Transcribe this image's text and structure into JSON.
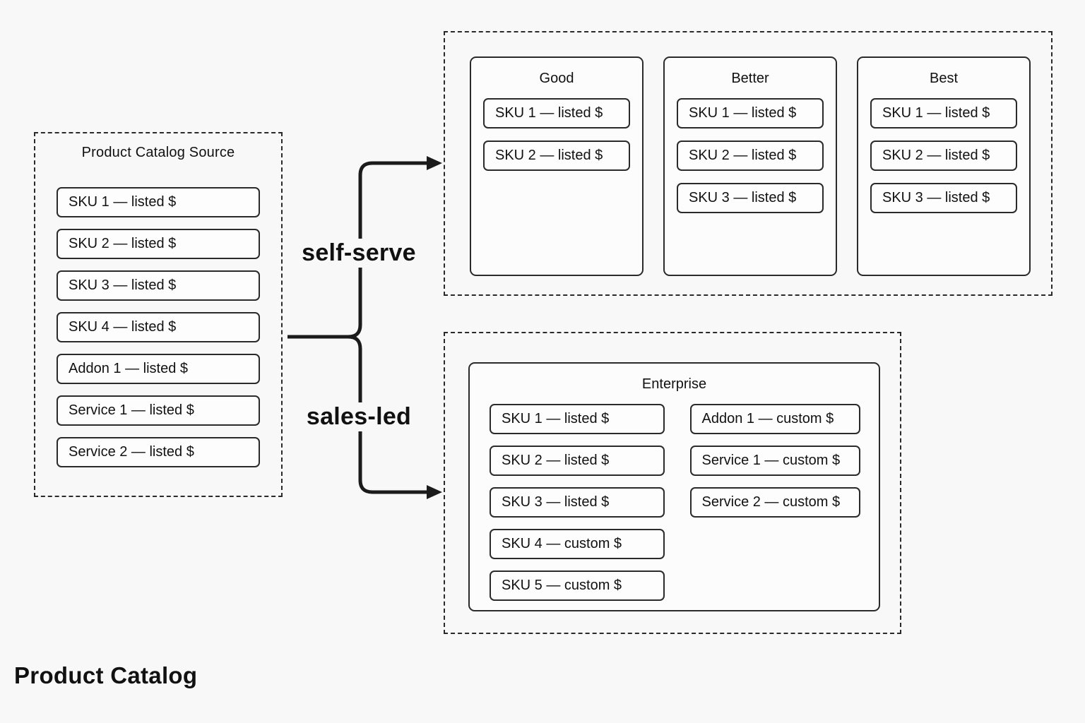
{
  "page": {
    "title": "Product Catalog"
  },
  "colors": {
    "background": "#f8f8f8",
    "line": "#1b1b1b",
    "box_border": "#2a2a2a",
    "box_fill": "#fdfdfd"
  },
  "source": {
    "title": "Product Catalog Source",
    "items": [
      "SKU 1 — listed $",
      "SKU 2 — listed $",
      "SKU 3 — listed $",
      "SKU 4 — listed $",
      "Addon 1 — listed $",
      "Service 1 — listed $",
      "Service 2 — listed $"
    ]
  },
  "flows": {
    "self_serve": {
      "label": "self-serve"
    },
    "sales_led": {
      "label": "sales-led"
    }
  },
  "plans": {
    "good": {
      "name": "Good",
      "items": [
        "SKU 1 — listed $",
        "SKU 2 — listed $"
      ]
    },
    "better": {
      "name": "Better",
      "items": [
        "SKU 1 — listed $",
        "SKU 2 — listed $",
        "SKU 3 — listed $"
      ]
    },
    "best": {
      "name": "Best",
      "items": [
        "SKU 1 — listed $",
        "SKU 2 — listed $",
        "SKU 3 — listed $"
      ]
    },
    "enterprise": {
      "name": "Enterprise",
      "left_items": [
        "SKU 1 — listed $",
        "SKU 2 — listed $",
        "SKU 3 — listed $",
        "SKU 4 — custom $",
        "SKU 5 — custom $"
      ],
      "right_items": [
        "Addon 1 — custom $",
        "Service 1 — custom $",
        "Service 2 — custom $"
      ]
    }
  }
}
